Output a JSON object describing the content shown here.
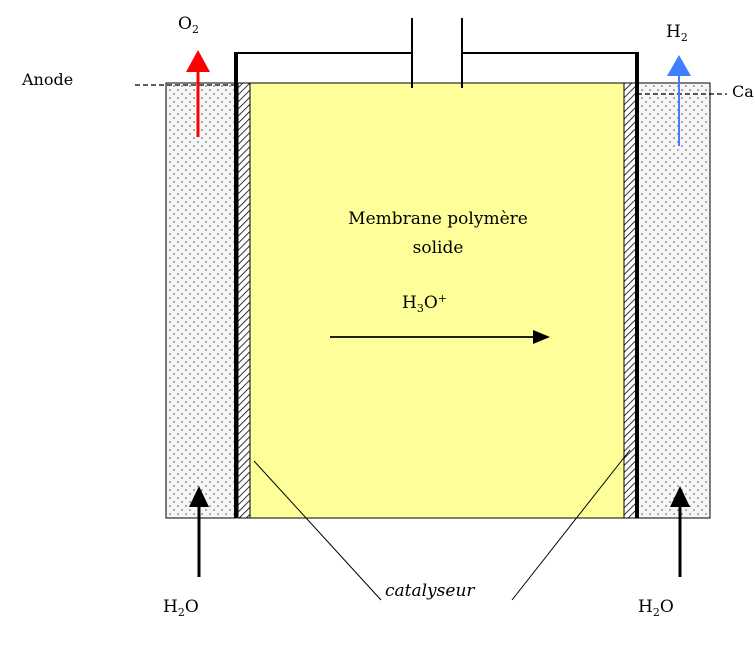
{
  "labels": {
    "oxygen_main": "O",
    "oxygen_sub": "2",
    "hydrogen_main": "H",
    "hydrogen_sub": "2",
    "anode": "Anode",
    "cathode_partial": "Ca",
    "membrane_line1": "Membrane polymère",
    "membrane_line2": "solide",
    "ion_main": "H",
    "ion_sub": "3",
    "ion_tail": "O",
    "ion_charge": "+",
    "water_left_main": "H",
    "water_left_sub": "2",
    "water_left_tail": "O",
    "water_right_main": "H",
    "water_right_sub": "2",
    "water_right_tail": "O",
    "catalyst": "catalyseur"
  },
  "colors": {
    "membrane_fill": "#ffff99",
    "electrode_fill": "#f4f4f4",
    "oxygen_arrow": "#ff0000",
    "hydrogen_arrow": "#3f7fff",
    "stroke": "#000000"
  },
  "icons": {
    "power_source": "capacitor-symbol",
    "porous_texture": "dotted-pattern",
    "catalyst_texture": "hatched-pattern"
  }
}
